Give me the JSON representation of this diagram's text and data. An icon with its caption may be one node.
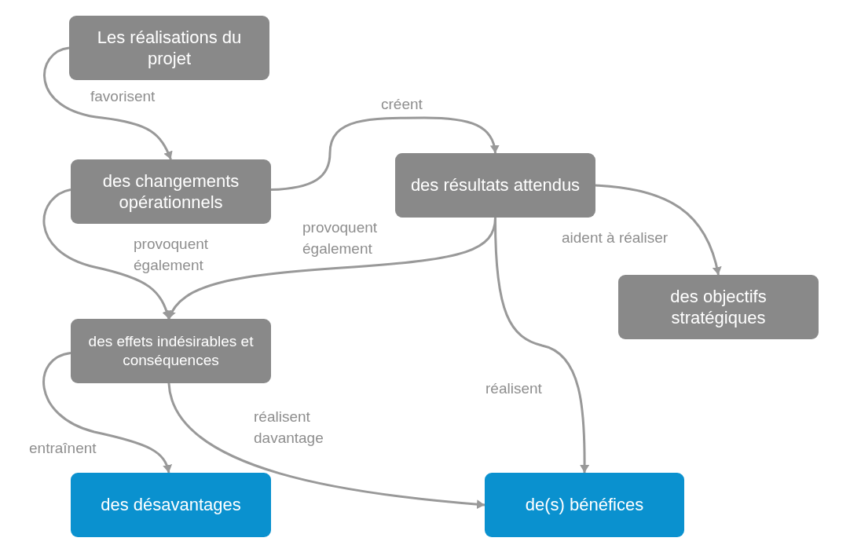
{
  "diagram": {
    "nodes": [
      {
        "text": [
          "Les réalisations du projet"
        ]
      },
      {
        "text": [
          "des changements opérationnels"
        ]
      },
      {
        "text": [
          "des résultats attendus"
        ]
      },
      {
        "text": [
          "des objectifs stratégiques"
        ]
      },
      {
        "text": [
          "des effets indésirables et conséquences"
        ]
      },
      {
        "text": [
          "des désavantages"
        ]
      },
      {
        "text": [
          "de(s) bénéfices"
        ]
      }
    ],
    "edges": [
      {
        "from": 0,
        "to": 1,
        "arrow": "to",
        "label": "favorisent"
      },
      {
        "from": 1,
        "to": 2,
        "arrow": "to",
        "label": "créent"
      },
      {
        "from": 1,
        "to": 4,
        "arrow": "to",
        "label": "provoquent également"
      },
      {
        "from": 2,
        "to": 4,
        "arrow": "to",
        "label": "provoquent également"
      },
      {
        "from": 2,
        "to": 3,
        "arrow": "to",
        "label": "aident à réaliser"
      },
      {
        "from": 2,
        "to": 6,
        "arrow": "to",
        "label": "réalisent"
      },
      {
        "from": 4,
        "to": 5,
        "arrow": "to",
        "label": "entraînent"
      },
      {
        "from": 4,
        "to": 6,
        "arrow": "to",
        "label": "réalisent davantage"
      }
    ]
  }
}
